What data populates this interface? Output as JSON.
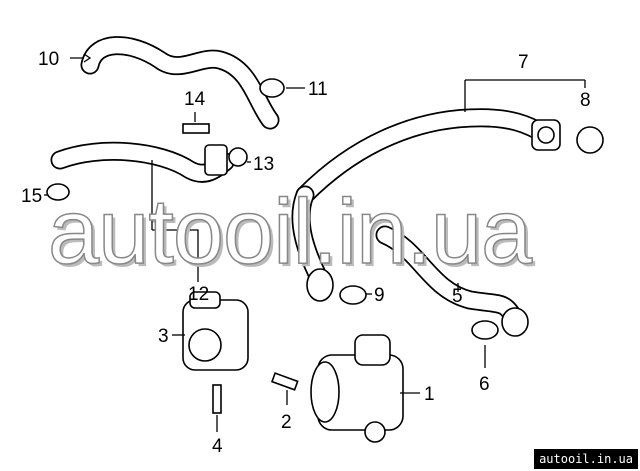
{
  "diagram": {
    "callouts": [
      "1",
      "2",
      "3",
      "4",
      "5",
      "6",
      "7",
      "8",
      "9",
      "10",
      "11",
      "12",
      "13",
      "14",
      "15"
    ]
  },
  "watermark": "autooil.in.ua",
  "badge": "autooil.in.ua"
}
